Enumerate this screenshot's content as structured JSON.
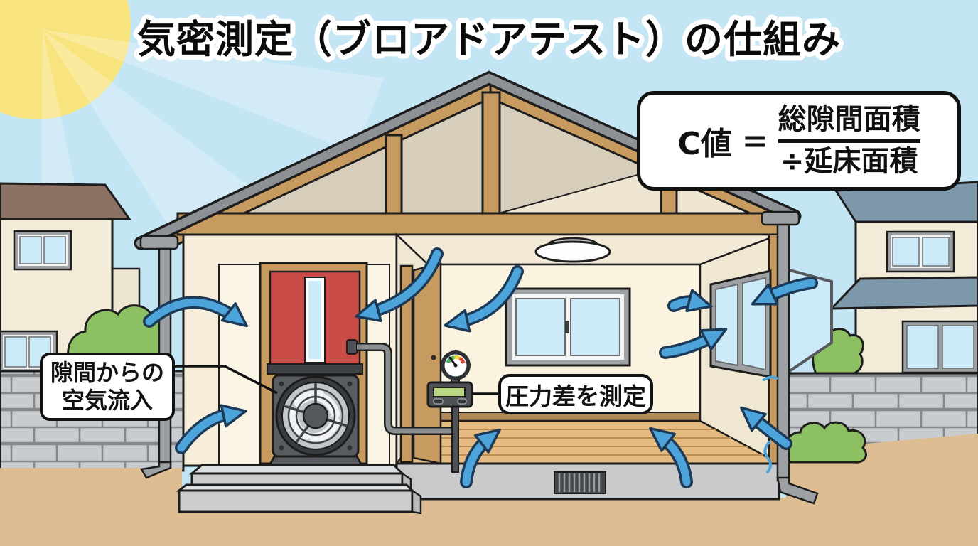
{
  "title": "気密測定（ブロアドアテスト）の仕組み",
  "formula": {
    "lhs": "C値",
    "equals": "=",
    "numerator": "総隙間面積",
    "denominator": "÷延床面積"
  },
  "callouts": {
    "air_inflow_line1": "隙間からの",
    "air_inflow_line2": "空気流入",
    "pressure": "圧力差を測定"
  },
  "scene": {
    "parts": [
      "sun",
      "sky-rays",
      "left-neighbor-house",
      "right-neighbor-house",
      "main-house-cutaway",
      "gable-roof-beams",
      "blower-door-red",
      "blower-fan",
      "entrance-steps",
      "manometer-gauge",
      "pressure-hose",
      "ceiling-light",
      "back-window",
      "open-casement-window",
      "interior-door",
      "foundation-vent",
      "brick-wall",
      "bushes",
      "downspouts",
      "airflow-arrows"
    ]
  },
  "colors": {
    "sky": "#c3e5f4",
    "sun": "#f7e47e",
    "arrow_blue": "#4da4da",
    "arrow_outline": "#1c3a57",
    "door_red": "#c94c48",
    "wood_beam": "#c79a5f",
    "wall_cream": "#f6eedb",
    "roof_gray": "#8d9094",
    "ground_tan": "#dfbd92",
    "brick_gray": "#c9cccf",
    "bush_green": "#8cc063",
    "lcd_green": "#b8d780",
    "glass_blue": "#cdeaf8"
  }
}
